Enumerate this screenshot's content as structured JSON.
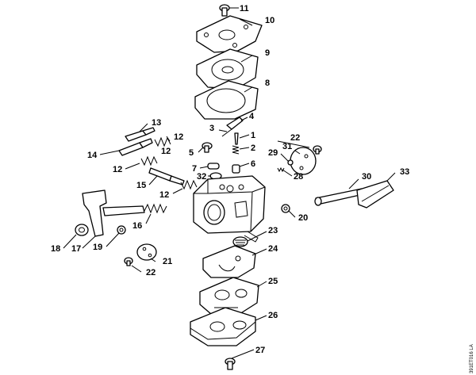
{
  "diagram": {
    "part_numbers": [
      "1",
      "2",
      "3",
      "4",
      "5",
      "6",
      "7",
      "8",
      "9",
      "10",
      "11",
      "12",
      "12",
      "12",
      "12",
      "13",
      "14",
      "15",
      "16",
      "17",
      "18",
      "19",
      "20",
      "21",
      "22",
      "22",
      "23",
      "24",
      "25",
      "26",
      "27",
      "28",
      "29",
      "30",
      "31",
      "32",
      "33"
    ],
    "drawing_code": "391ET016 LA"
  }
}
